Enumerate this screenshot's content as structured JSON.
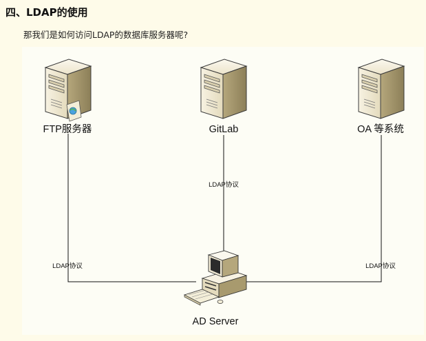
{
  "section": {
    "title": "四、LDAP的使用",
    "intro": "那我们是如何访问LDAP的数据库服务器呢?"
  },
  "diagram": {
    "nodes": {
      "ftp": {
        "label": "FTP服务器",
        "icon": "server-icon"
      },
      "gitlab": {
        "label": "GitLab",
        "icon": "server-icon"
      },
      "oa": {
        "label": "OA 等系统",
        "icon": "server-icon"
      },
      "ad": {
        "label": "AD Server",
        "icon": "computer-icon"
      }
    },
    "edges": {
      "ftp_ad": "LDAP协议",
      "gitlab_ad": "LDAP协议",
      "oa_ad": "LDAP协议"
    },
    "colors": {
      "server_body": "#efe8d2",
      "server_side": "#a89a6e",
      "line": "#111111"
    }
  }
}
